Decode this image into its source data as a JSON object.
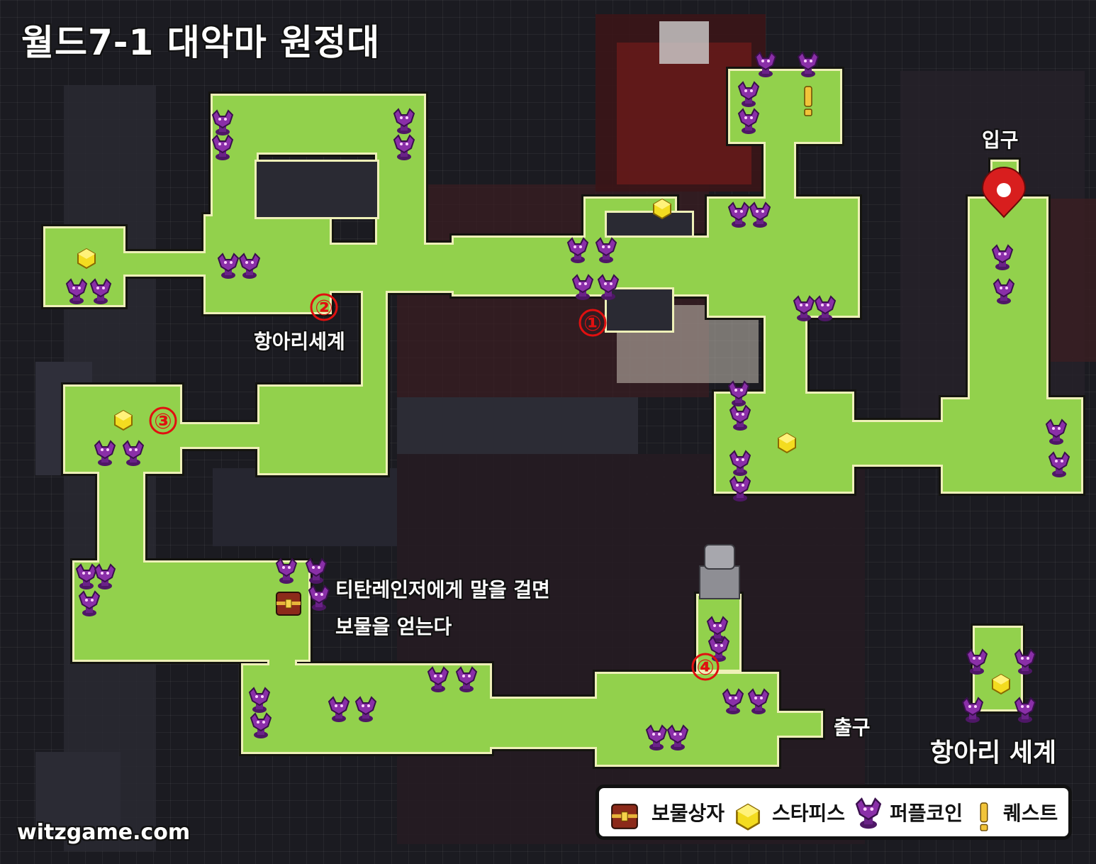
{
  "title": "월드7-1 대악마 원정대",
  "labels": {
    "entrance": "입구",
    "exit": "출구",
    "jar_world_small": "항아리세계",
    "jar_world": "항아리 세계"
  },
  "markers": [
    "①",
    "②",
    "③",
    "④"
  ],
  "note": {
    "line1": "티탄레인저에게 말을 걸면",
    "line2": "보물을 얻는다"
  },
  "legend": {
    "chest": "보물상자",
    "starpiece": "스타피스",
    "purplecoin": "퍼플코인",
    "quest": "퀘스트"
  },
  "watermark": "witzgame.com",
  "colors": {
    "path": "#92d14c",
    "path_border": "#eef0b8",
    "purple": "#8a2fa8",
    "yellow": "#f3dc20",
    "marker": "#e01010",
    "pin": "#d81e1e"
  },
  "icons": [
    "chest-icon",
    "starpiece-icon",
    "purple-coin-icon",
    "quest-icon",
    "location-pin-icon",
    "statue-icon"
  ]
}
